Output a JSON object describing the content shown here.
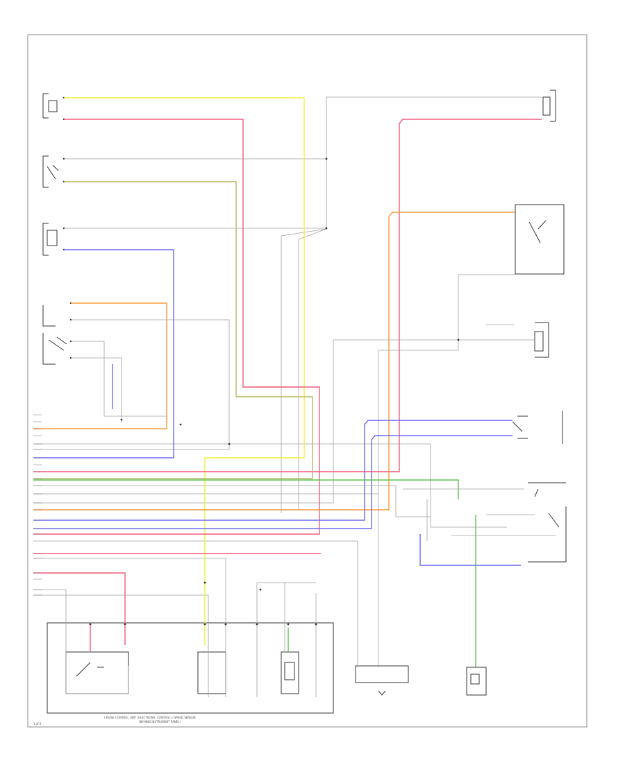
{
  "footer": {
    "left_code": "1 of 2",
    "module_label": "CRUISE CONTROL UNIT (ELECTRONIC CONTROL) / SPEED SENSOR",
    "module_sub": "(BEHIND INSTRUMENT PANEL)"
  },
  "colors": {
    "yellow": "#f4ee3a",
    "red": "#f25a78",
    "orange": "#f79a3c",
    "blue": "#6a6af0",
    "green": "#5fc24f",
    "olive": "#b7b760",
    "gray": "#9a9a9a",
    "dark": "#555555"
  }
}
